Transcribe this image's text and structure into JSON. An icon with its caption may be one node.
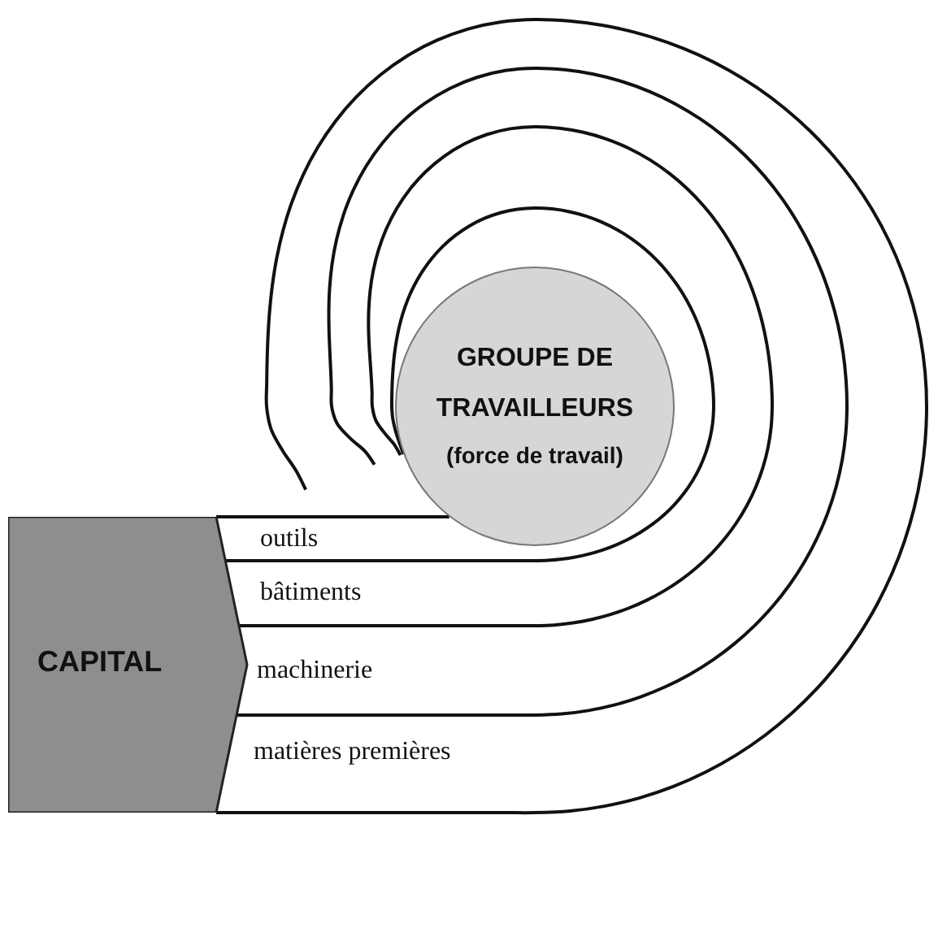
{
  "diagram": {
    "nodes": [
      {
        "text": [
          "GROUPE DE TRAVAILLEURS",
          "(force de travail)"
        ]
      },
      {
        "text": [
          "CAPITAL"
        ]
      },
      {
        "text": [
          "outils"
        ]
      },
      {
        "text": [
          "bâtiments"
        ]
      },
      {
        "text": [
          "machinerie"
        ]
      },
      {
        "text": [
          "matières premières"
        ]
      }
    ]
  }
}
